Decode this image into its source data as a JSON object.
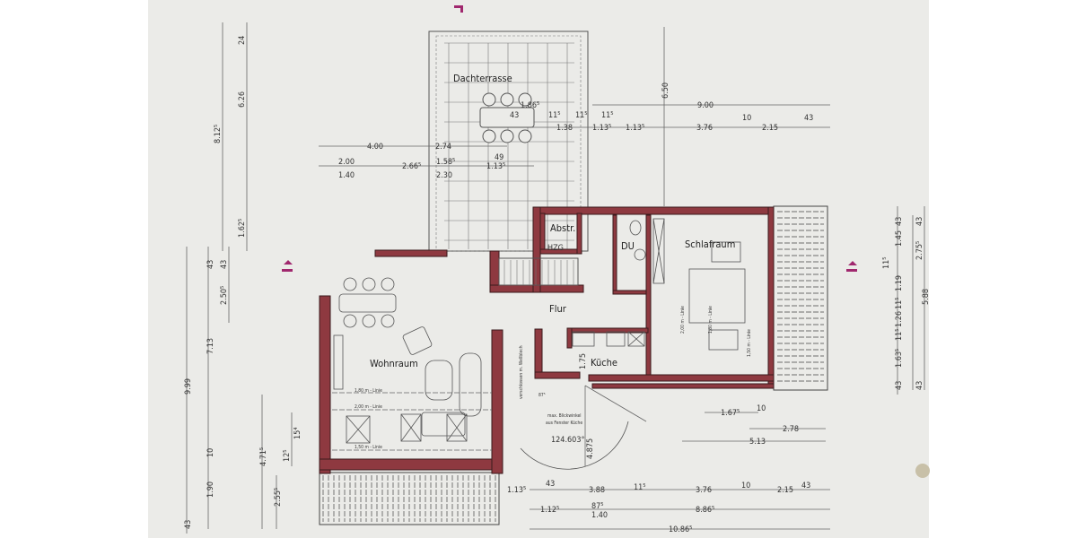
{
  "rooms": {
    "terrace": "Dachterrasse",
    "living": "Wohnraum",
    "storage": "Abstr.",
    "heating": "HZG",
    "shower": "DU",
    "bedroom": "Schlafraum",
    "hall": "Flur",
    "kitchen": "Küche"
  },
  "annotations": {
    "line_180": "1,80 m - Linie",
    "line_200": "2,00 m - Linie",
    "line_150": "1,50 m - Linie",
    "kitchen_height": "1.75",
    "view_angle_note_1": "max. Blickwinkel",
    "view_angle_note_2": "aus Fenster Küche",
    "view_angle": "124.603°",
    "view_distance": "4.875",
    "wall_note": "verschlossen m. Wellblech",
    "dim_875": "87⁵",
    "bed_line_200": "2,00 m - Linie",
    "bed_line_150": "1,50 m - Linie",
    "bed_line_180": "1,80 m - Linie"
  },
  "dimensions": {
    "top": [
      "1.86⁵",
      "43",
      "11⁵",
      "11⁵",
      "11⁵",
      "6.50",
      "9.00",
      "1.38",
      "1.13⁵",
      "1.13⁵",
      "3.76",
      "10",
      "2.15",
      "43",
      "4.00",
      "2.74",
      "49",
      "2.00",
      "1.40",
      "2.66⁵",
      "1.58⁵",
      "2.30",
      "1.13⁵"
    ],
    "left": [
      "24",
      "6.26",
      "8.12⁵",
      "1.62⁵",
      "43",
      "43",
      "2.50⁵",
      "7.13",
      "9.99",
      "4.71⁵",
      "15⁴",
      "12⁵",
      "2.55⁵",
      "10",
      "1.90",
      "43"
    ],
    "right": [
      "43",
      "43",
      "1.45",
      "11⁵",
      "2.75⁵",
      "1.19",
      "11⁵",
      "5.88",
      "1.26",
      "11⁵",
      "1.63⁵",
      "43",
      "43"
    ],
    "bottom": [
      "1.67⁵",
      "10",
      "2.78",
      "5.13",
      "1.13⁵",
      "43",
      "3.88",
      "11⁵",
      "3.76",
      "10",
      "2.15",
      "43",
      "1.12⁵",
      "87⁵",
      "1.40",
      "8.86⁵",
      "10.86⁵"
    ]
  },
  "colors": {
    "wall": "#8e3940",
    "paper": "#ebebe8",
    "section_marker": "#a0286e"
  },
  "icons": [
    "section-marker-arrow-icon"
  ]
}
